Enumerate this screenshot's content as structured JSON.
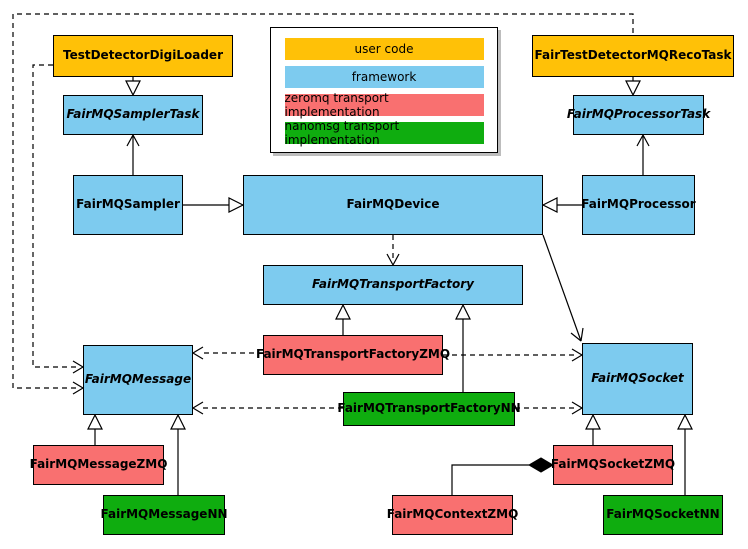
{
  "legend": {
    "items": [
      {
        "label": "user code",
        "color": "#FFC107"
      },
      {
        "label": "framework",
        "color": "#7DCBEF"
      },
      {
        "label": "zeromq transport implementation",
        "color": "#F97070"
      },
      {
        "label": "nanomsg transport implementation",
        "color": "#0FAD0F"
      }
    ]
  },
  "colors": {
    "user_code": "#FFC107",
    "framework": "#7DCBEF",
    "zeromq": "#F97070",
    "nanomsg": "#0FAD0F",
    "line": "#000000",
    "background": "#FFFFFF"
  },
  "nodes": {
    "testDetectorDigiLoader": {
      "label": "TestDetectorDigiLoader",
      "category": "user code"
    },
    "fairTestDetectorMQRecoTask": {
      "label": "FairTestDetectorMQRecoTask",
      "category": "user code"
    },
    "fairMQSamplerTask": {
      "label": "FairMQSamplerTask",
      "category": "framework",
      "abstract": true
    },
    "fairMQProcessorTask": {
      "label": "FairMQProcessorTask",
      "category": "framework",
      "abstract": true
    },
    "fairMQSampler": {
      "label": "FairMQSampler",
      "category": "framework"
    },
    "fairMQDevice": {
      "label": "FairMQDevice",
      "category": "framework"
    },
    "fairMQProcessor": {
      "label": "FairMQProcessor",
      "category": "framework"
    },
    "fairMQTransportFactory": {
      "label": "FairMQTransportFactory",
      "category": "framework",
      "abstract": true
    },
    "fairMQTransportFactoryZMQ": {
      "label": "FairMQTransportFactoryZMQ",
      "category": "zeromq"
    },
    "fairMQTransportFactoryNN": {
      "label": "FairMQTransportFactoryNN",
      "category": "nanomsg"
    },
    "fairMQMessage": {
      "label": "FairMQMessage",
      "category": "framework",
      "abstract": true
    },
    "fairMQSocket": {
      "label": "FairMQSocket",
      "category": "framework",
      "abstract": true
    },
    "fairMQMessageZMQ": {
      "label": "FairMQMessageZMQ",
      "category": "zeromq"
    },
    "fairMQMessageNN": {
      "label": "FairMQMessageNN",
      "category": "nanomsg"
    },
    "fairMQContextZMQ": {
      "label": "FairMQContextZMQ",
      "category": "zeromq"
    },
    "fairMQSocketZMQ": {
      "label": "FairMQSocketZMQ",
      "category": "zeromq"
    },
    "fairMQSocketNN": {
      "label": "FairMQSocketNN",
      "category": "nanomsg"
    }
  },
  "edges": [
    {
      "from": "TestDetectorDigiLoader",
      "to": "FairMQSamplerTask",
      "type": "inheritance"
    },
    {
      "from": "FairTestDetectorMQRecoTask",
      "to": "FairMQProcessorTask",
      "type": "inheritance"
    },
    {
      "from": "FairMQSampler",
      "to": "FairMQSamplerTask",
      "type": "association"
    },
    {
      "from": "FairMQProcessor",
      "to": "FairMQProcessorTask",
      "type": "association"
    },
    {
      "from": "FairMQSampler",
      "to": "FairMQDevice",
      "type": "inheritance"
    },
    {
      "from": "FairMQProcessor",
      "to": "FairMQDevice",
      "type": "inheritance"
    },
    {
      "from": "FairMQDevice",
      "to": "FairMQTransportFactory",
      "type": "dependency"
    },
    {
      "from": "FairMQDevice",
      "to": "FairMQSocket",
      "type": "association"
    },
    {
      "from": "FairMQTransportFactoryZMQ",
      "to": "FairMQTransportFactory",
      "type": "inheritance"
    },
    {
      "from": "FairMQTransportFactoryNN",
      "to": "FairMQTransportFactory",
      "type": "inheritance"
    },
    {
      "from": "FairMQTransportFactoryZMQ",
      "to": "FairMQMessage",
      "type": "dependency"
    },
    {
      "from": "FairMQTransportFactoryZMQ",
      "to": "FairMQSocket",
      "type": "dependency"
    },
    {
      "from": "FairMQTransportFactoryNN",
      "to": "FairMQMessage",
      "type": "dependency"
    },
    {
      "from": "FairMQTransportFactoryNN",
      "to": "FairMQSocket",
      "type": "dependency"
    },
    {
      "from": "TestDetectorDigiLoader",
      "to": "FairMQMessage",
      "type": "dependency"
    },
    {
      "from": "FairTestDetectorMQRecoTask",
      "to": "FairMQMessage",
      "type": "dependency"
    },
    {
      "from": "FairMQMessageZMQ",
      "to": "FairMQMessage",
      "type": "inheritance"
    },
    {
      "from": "FairMQMessageNN",
      "to": "FairMQMessage",
      "type": "inheritance"
    },
    {
      "from": "FairMQSocketZMQ",
      "to": "FairMQSocket",
      "type": "inheritance"
    },
    {
      "from": "FairMQSocketNN",
      "to": "FairMQSocket",
      "type": "inheritance"
    },
    {
      "from": "FairMQSocketZMQ",
      "to": "FairMQContextZMQ",
      "type": "composition"
    }
  ]
}
